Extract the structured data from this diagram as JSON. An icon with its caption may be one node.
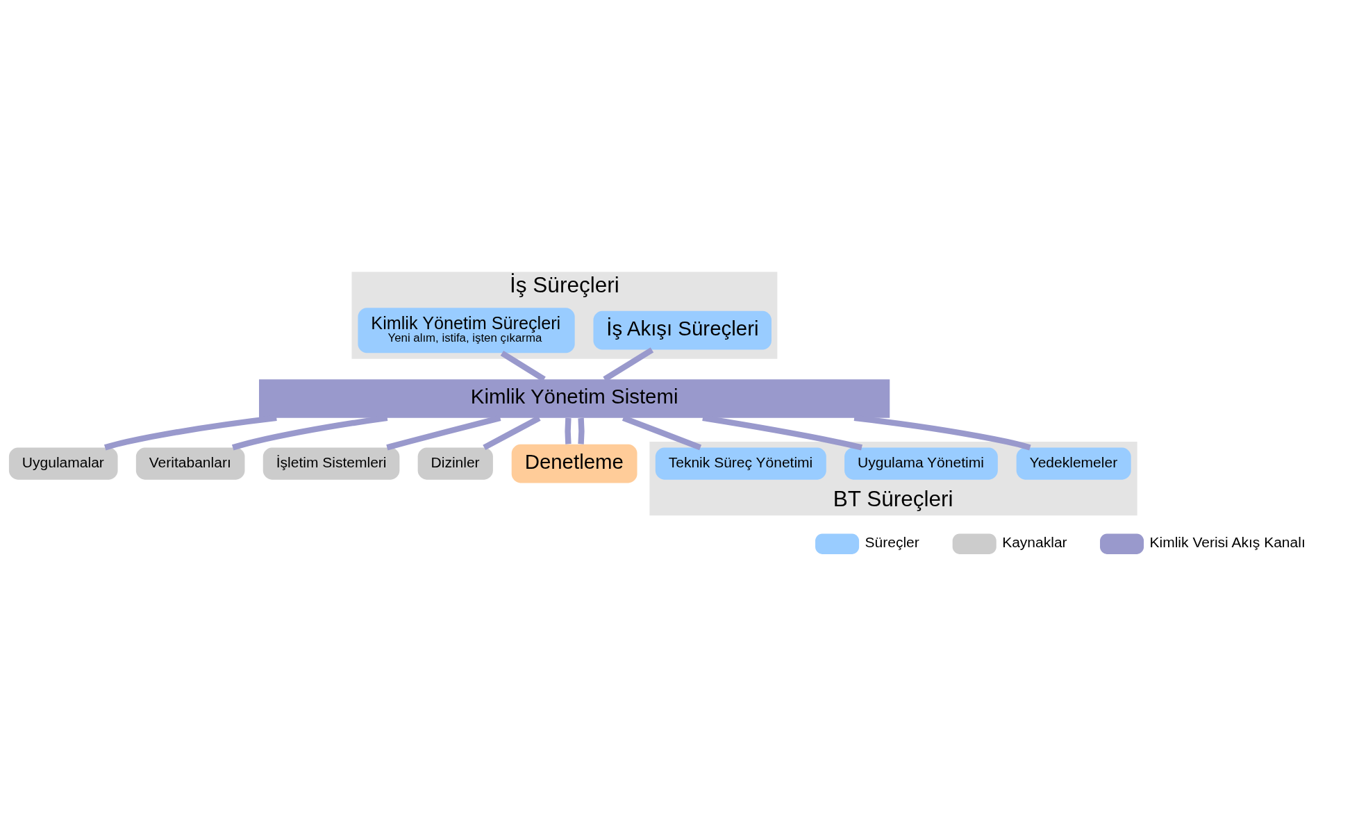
{
  "diagram": {
    "nodes": [
      {
        "text": [
          "İş Süreçleri"
        ]
      },
      {
        "text": [
          "İş Akışı Süreçleri"
        ],
        "in": 0
      },
      {
        "text": [
          "Kimlik Yönetim Süreçleri",
          "Yeni alım, istifa, işten çıkarma"
        ],
        "in": 0
      },
      {
        "text": [
          "Kimlik Yönetim Sistemi"
        ]
      },
      {
        "text": [
          "Uygulamalar"
        ]
      },
      {
        "text": [
          "Veritabanları"
        ]
      },
      {
        "text": [
          "İşletim Sistemleri"
        ]
      },
      {
        "text": [
          "Dizinler"
        ]
      },
      {
        "text": [
          "Denetleme"
        ]
      },
      {
        "text": [
          "BT Süreçleri"
        ]
      },
      {
        "text": [
          "Yedeklemeler"
        ],
        "in": 9
      },
      {
        "text": [
          "Uygulama Yönetimi"
        ],
        "in": 9
      },
      {
        "text": [
          "Teknik Süreç Yönetimi"
        ],
        "in": 9
      }
    ],
    "edges": [
      {
        "from": 1,
        "to": 3,
        "arrow": "none"
      },
      {
        "from": 2,
        "to": 3,
        "arrow": "none"
      },
      {
        "from": 3,
        "to": 4,
        "arrow": "none"
      },
      {
        "from": 3,
        "to": 5,
        "arrow": "none"
      },
      {
        "from": 3,
        "to": 6,
        "arrow": "none"
      },
      {
        "from": 3,
        "to": 7,
        "arrow": "none"
      },
      {
        "from": 3,
        "to": 8,
        "arrow": "none"
      },
      {
        "from": 3,
        "to": 8,
        "arrow": "none"
      },
      {
        "from": 3,
        "to": 10,
        "arrow": "none"
      },
      {
        "from": 3,
        "to": 11,
        "arrow": "none"
      },
      {
        "from": 3,
        "to": 12,
        "arrow": "none"
      }
    ],
    "legend": [
      {
        "text": "Süreçler",
        "color": "#99ccff"
      },
      {
        "text": "Kaynaklar",
        "color": "#cccccc"
      },
      {
        "text": "Kimlik Verisi Akış Kanalı",
        "color": "#9999cc"
      }
    ]
  }
}
